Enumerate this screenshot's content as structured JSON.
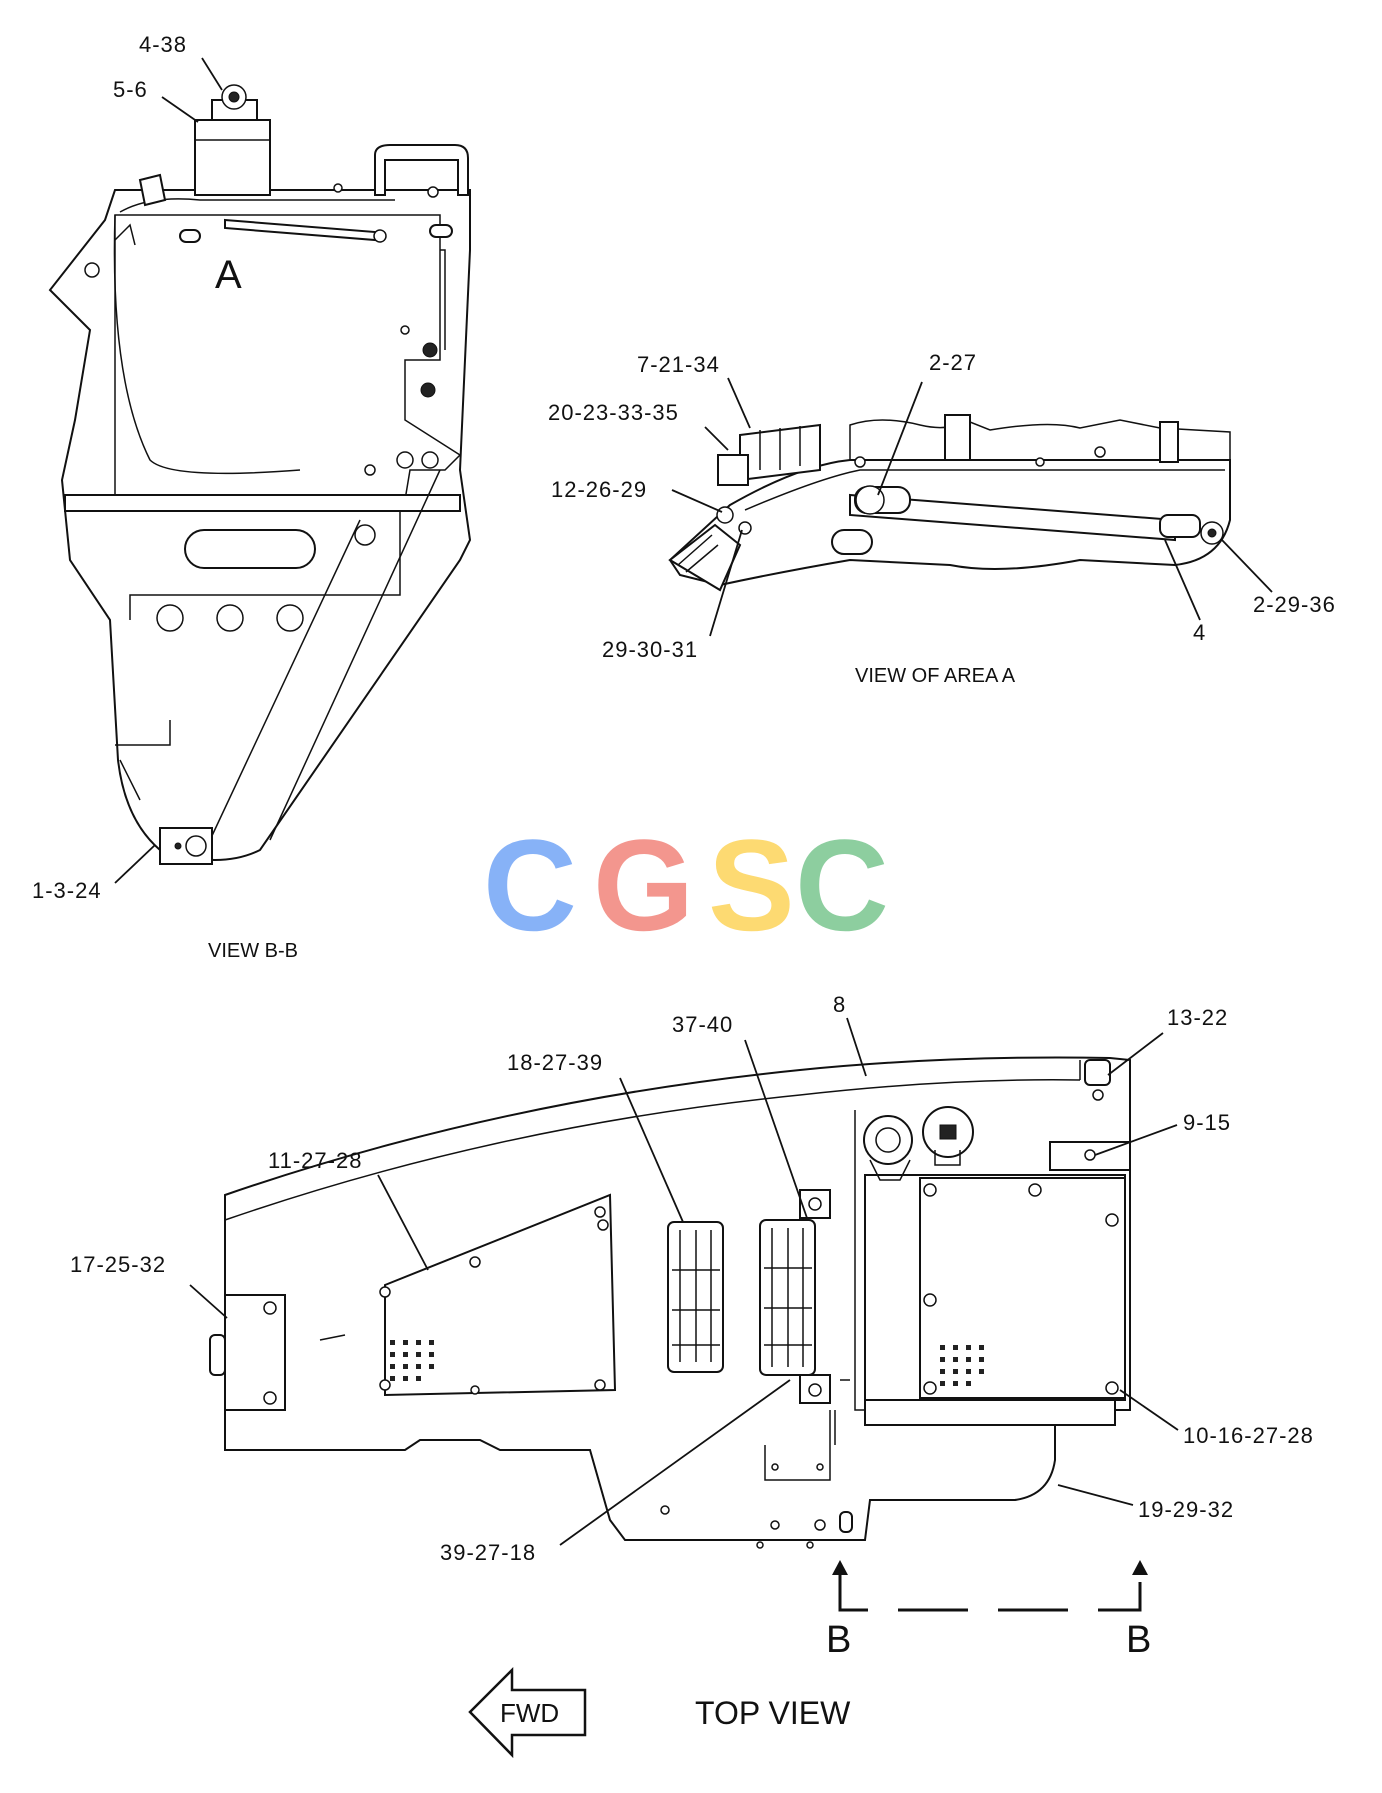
{
  "views": {
    "view_bb": {
      "caption": "VIEW B-B",
      "area_marker": "A",
      "callouts": [
        "4-38",
        "5-6",
        "1-3-24"
      ]
    },
    "view_area_a": {
      "caption": "VIEW OF AREA A",
      "callouts": [
        "7-21-34",
        "2-27",
        "20-23-33-35",
        "12-26-29",
        "29-30-31",
        "4",
        "2-29-36"
      ]
    },
    "top_view": {
      "caption": "TOP VIEW",
      "section_marks": [
        "B",
        "B"
      ],
      "direction_label": "FWD",
      "callouts": [
        "8",
        "37-40",
        "13-22",
        "18-27-39",
        "9-15",
        "11-27-28",
        "17-25-32",
        "10-16-27-28",
        "19-29-32",
        "39-27-18"
      ]
    }
  },
  "watermark": {
    "text": "CGSC",
    "colors": [
      "#7baaf7",
      "#f28b82",
      "#fdd663",
      "#81c995"
    ]
  }
}
